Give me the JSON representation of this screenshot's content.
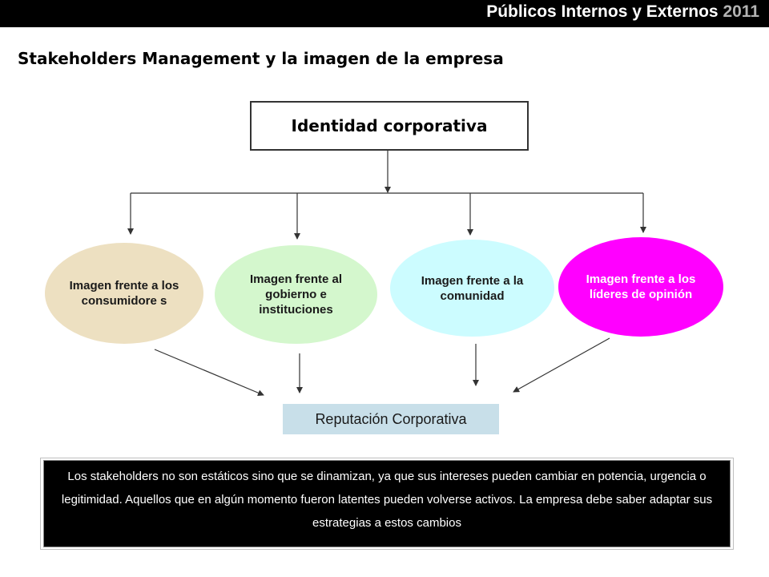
{
  "header": {
    "title": "Públicos Internos y Externos",
    "year": "2011"
  },
  "page_title": "Stakeholders Management y la imagen de la empresa",
  "diagram": {
    "identity": "Identidad corporativa",
    "images": [
      {
        "label": "Imagen frente a los consumidore s",
        "fill": "#ede0c1",
        "text_color": "#1a1a1a"
      },
      {
        "label": "Imagen frente al gobierno e instituciones",
        "fill": "#d4f7cd",
        "text_color": "#1a1a1a"
      },
      {
        "label": "Imagen frente a la comunidad",
        "fill": "#ccfcff",
        "text_color": "#1a1a1a"
      },
      {
        "label": "Imagen frente a los líderes de opinión",
        "fill": "#ff00ff",
        "text_color": "#ffffff"
      }
    ],
    "reputation": "Reputación Corporativa"
  },
  "note": "Los stakeholders no son estáticos sino que se dinamizan, ya que sus intereses pueden cambiar en potencia, urgencia o legitimidad. Aquellos que en algún momento fueron latentes pueden volverse activos. La empresa debe saber adaptar sus estrategias a estos cambios",
  "colors": {
    "bar": "#000000",
    "year": "#b3b3b3",
    "line": "#333333",
    "reputation_fill": "#c8dfe9"
  }
}
